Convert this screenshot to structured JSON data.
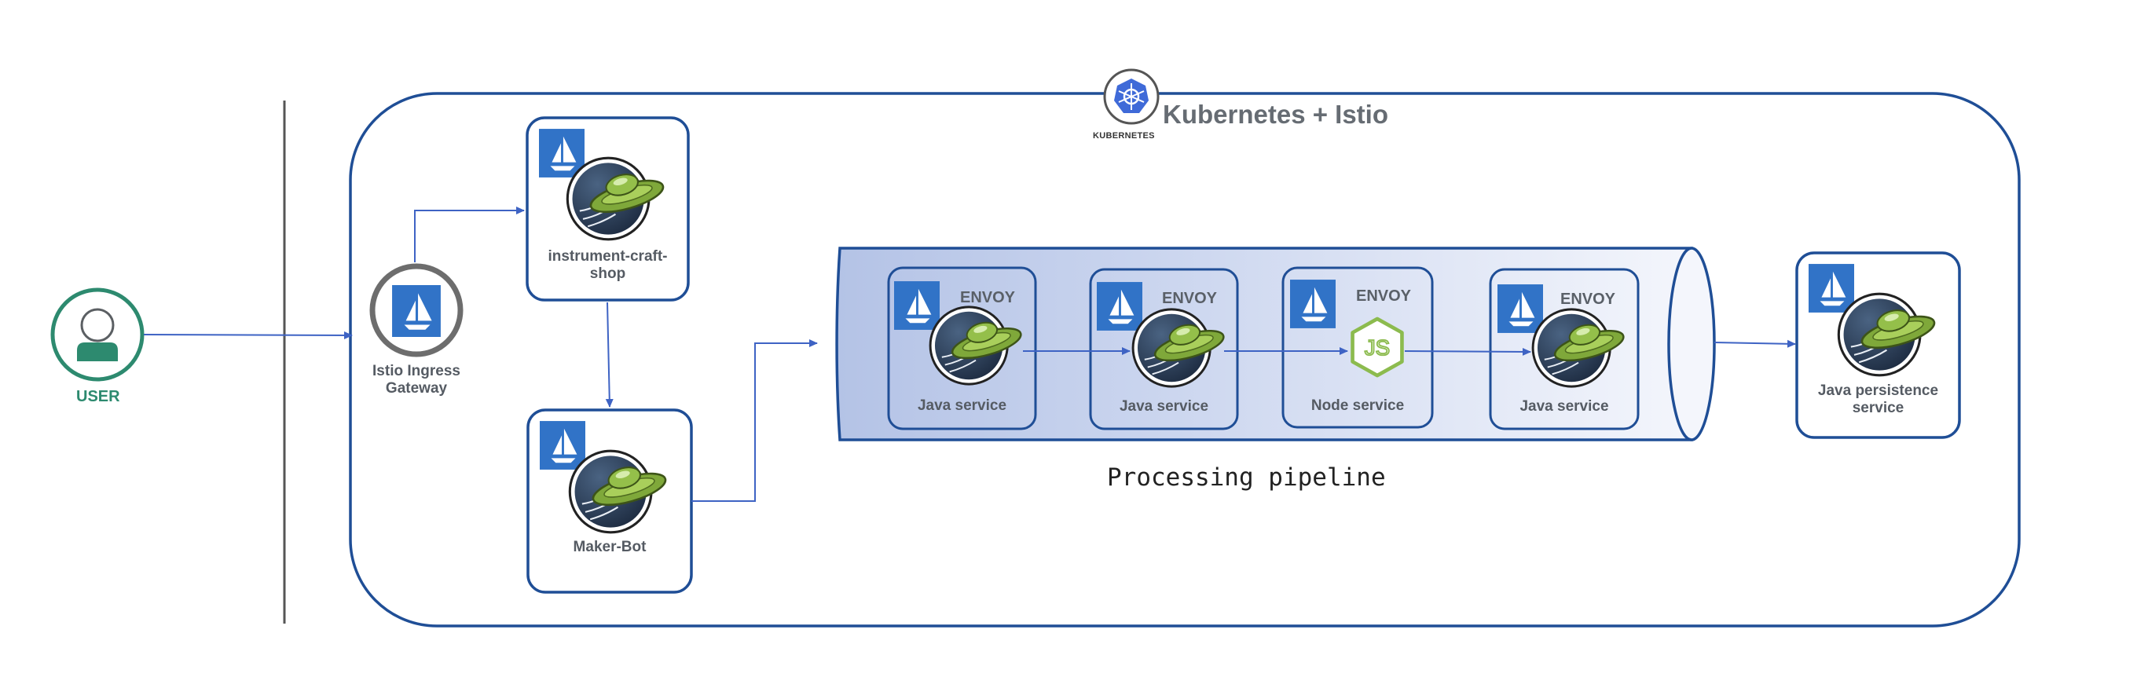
{
  "cluster": {
    "title": "Kubernetes + Istio",
    "logo_text": "KUBERNETES"
  },
  "user": {
    "label": "USER"
  },
  "gateway": {
    "label_line1": "Istio Ingress",
    "label_line2": "Gateway"
  },
  "services": {
    "shop": {
      "label_line1": "instrument-craft-",
      "label_line2": "shop"
    },
    "makerbot": {
      "label": "Maker-Bot"
    },
    "pipeline": [
      {
        "envoy": "ENVOY",
        "label": "Java service"
      },
      {
        "envoy": "ENVOY",
        "label": "Java service"
      },
      {
        "envoy": "ENVOY",
        "label": "Node service"
      },
      {
        "envoy": "ENVOY",
        "label": "Java service"
      }
    ],
    "persistence": {
      "label_line1": "Java persistence",
      "label_line2": "service"
    }
  },
  "pipeline": {
    "label": "Processing pipeline"
  },
  "colors": {
    "border": "#1f4e96",
    "arrow": "#3e63c4",
    "istio": "#3173c7",
    "user": "#2d8a6f",
    "node_green": "#8cbb4e",
    "saucer_green": "#7fa83a"
  },
  "icons": [
    "istio-icon",
    "saucer-icon",
    "nodejs-icon",
    "kubernetes-icon",
    "user-icon"
  ]
}
